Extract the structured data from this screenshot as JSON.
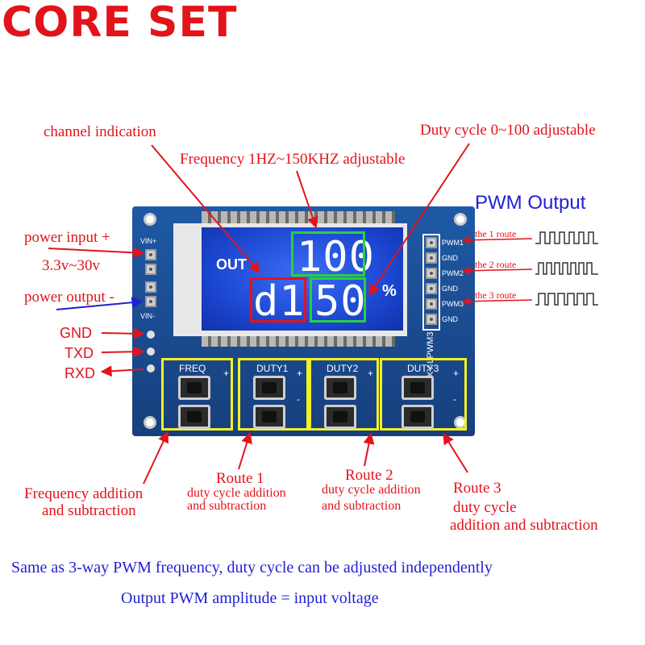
{
  "brand": "CORE SET",
  "labels": {
    "channel_indication": "channel indication",
    "duty_cycle_adjustable": "Duty cycle 0~100 adjustable",
    "frequency_adjustable": "Frequency 1HZ~150KHZ adjustable",
    "pwm_output": "PWM Output",
    "power_input": "power input +",
    "voltage_range": "3.3v~30v",
    "power_output": "power output -",
    "gnd": "GND",
    "txd": "TXD",
    "rxd": "RXD",
    "route1_line": "the 1 route",
    "route2_line": "the 2 route",
    "route3_line": "the 3 route"
  },
  "board": {
    "vin_plus": "VIN+",
    "vin_minus": "VIN-",
    "model": "XY-LPWM3",
    "pins": [
      "PWM1",
      "GND",
      "PWM2",
      "GND",
      "PWM3",
      "GND"
    ],
    "buttons": [
      "FREQ",
      "DUTY1",
      "DUTY2",
      "DUTY3"
    ],
    "plus": "+",
    "minus": "-"
  },
  "lcd": {
    "out": "OUT",
    "frequency_value": "100",
    "channel_value": "d1",
    "duty_value": "50",
    "percent": "%"
  },
  "captions": {
    "freq_line1": "Frequency addition",
    "freq_line2": "and subtraction",
    "route1_title": "Route 1",
    "route1_line1": "duty cycle addition",
    "route1_line2": "and subtraction",
    "route2_title": "Route 2",
    "route2_line1": "duty cycle addition",
    "route2_line2": "and subtraction",
    "route3_title": "Route 3",
    "route3_line1": "duty cycle",
    "route3_line2": "addition and subtraction"
  },
  "footer": {
    "line1": "Same as 3-way PWM frequency, duty cycle can be adjusted independently",
    "line2": "Output PWM amplitude = input voltage"
  }
}
